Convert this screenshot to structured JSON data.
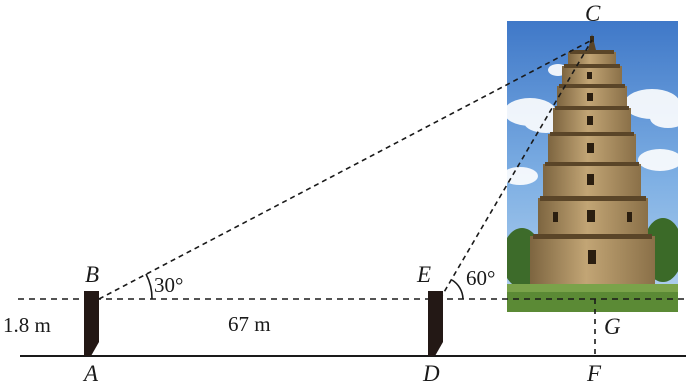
{
  "points": {
    "A": "A",
    "B": "B",
    "C": "C",
    "D": "D",
    "E": "E",
    "F": "F",
    "G": "G"
  },
  "measurements": {
    "height": "1.8 m",
    "distance": "67 m",
    "angle_B": "30°",
    "angle_E": "60°"
  },
  "colors": {
    "line": "#1a1a1a",
    "post": "#231815",
    "sky": "#6f9fd8",
    "tower_stone": "#a98c5c",
    "grass": "#5b8a35"
  },
  "photo": {
    "subject": "multi-tier pagoda tower"
  }
}
